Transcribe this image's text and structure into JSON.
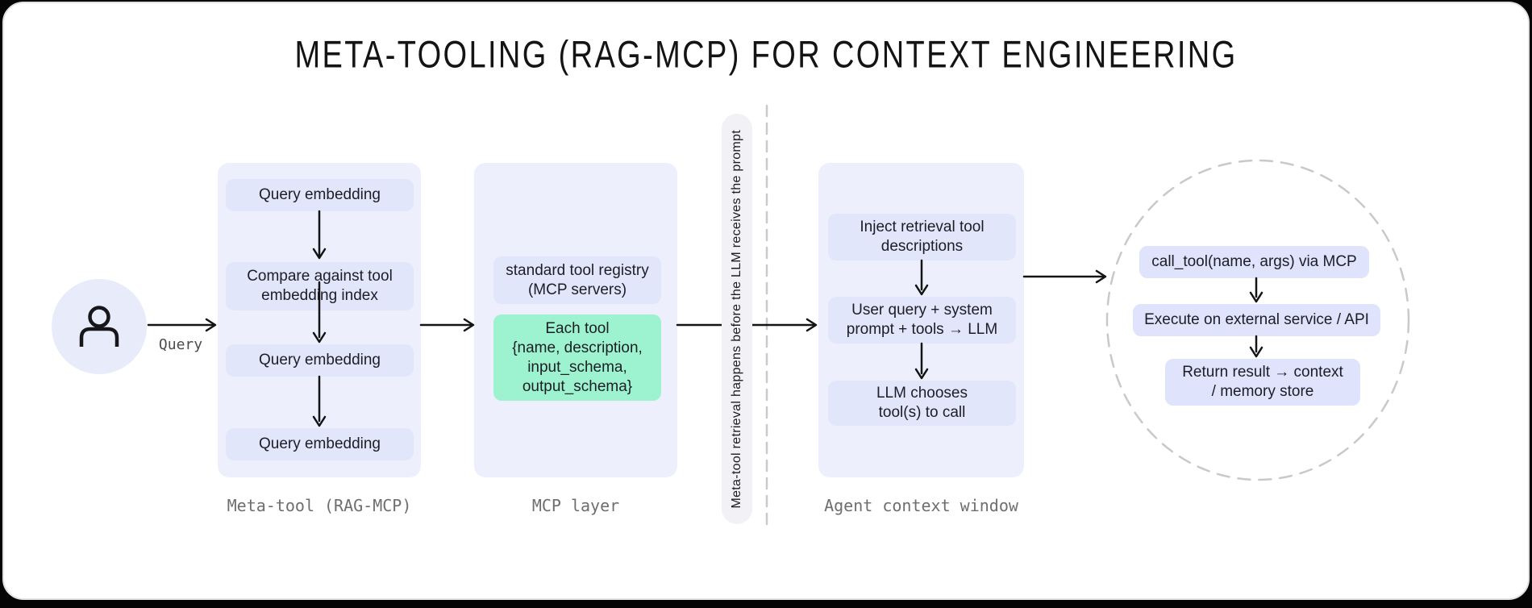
{
  "title": "META-TOOLING (RAG-MCP) FOR CONTEXT ENGINEERING",
  "user_flow": {
    "query_label": "Query"
  },
  "panels": {
    "meta_tool": {
      "label": "Meta-tool (RAG-MCP)",
      "boxes": [
        "Query embedding",
        "Compare against tool\nembedding index",
        "Query embedding",
        "Query embedding"
      ]
    },
    "mcp_layer": {
      "label": "MCP layer",
      "registry_box": "standard tool registry\n(MCP servers)",
      "tool_schema_box": "Each tool\n{name, description,\ninput_schema,\noutput_schema}"
    },
    "agent_context": {
      "label": "Agent context window",
      "boxes": [
        "Inject retrieval tool\ndescriptions",
        "User query + system\nprompt + tools → LLM",
        "LLM chooses\ntool(s) to call"
      ]
    },
    "execution_loop": {
      "boxes": [
        "call_tool(name, args) via MCP",
        "Execute on external service / API",
        "Return result → context\n/ memory store"
      ]
    }
  },
  "divider_note": "Meta-tool retrieval happens before the LLM receives the prompt",
  "colors": {
    "page_bg": "#050505",
    "card_bg": "#ffffff",
    "card_border": "#e2e2e2",
    "panel_bg": "#edeffd",
    "panel_box_bg": "#e2e6fb",
    "exec_box_bg": "#dfe3fb",
    "green_box_bg": "#9df3cf",
    "avatar_bg": "#e8ebfa",
    "strip_bg": "#f1f1f6",
    "dashed_gray": "#c9c9c9",
    "text_dark": "#1d1d26",
    "label_gray": "#6e6e6e",
    "arrow_black": "#141414"
  }
}
